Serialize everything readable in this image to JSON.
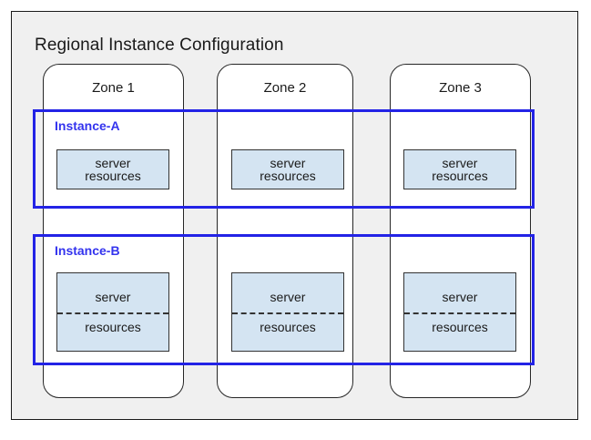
{
  "region": {
    "title": "Regional Instance Configuration"
  },
  "zones": [
    {
      "label": "Zone 1"
    },
    {
      "label": "Zone 2"
    },
    {
      "label": "Zone 3"
    }
  ],
  "instances": [
    {
      "label": "Instance-A",
      "style": "solid",
      "resources": [
        {
          "line1": "server",
          "line2": "resources"
        },
        {
          "line1": "server",
          "line2": "resources"
        },
        {
          "line1": "server",
          "line2": "resources"
        }
      ]
    },
    {
      "label": "Instance-B",
      "style": "split",
      "resources": [
        {
          "line1": "server",
          "line2": "resources"
        },
        {
          "line1": "server",
          "line2": "resources"
        },
        {
          "line1": "server",
          "line2": "resources"
        }
      ]
    }
  ],
  "colors": {
    "panel_background": "#f0f0f0",
    "panel_border": "#1a1a1a",
    "zone_fill": "#ffffff",
    "zone_border": "#262626",
    "instance_accent": "#2323e6",
    "instance_label": "#3333ee",
    "resource_fill": "#d4e4f2",
    "resource_border": "#333333",
    "text": "#1a1a1a"
  }
}
